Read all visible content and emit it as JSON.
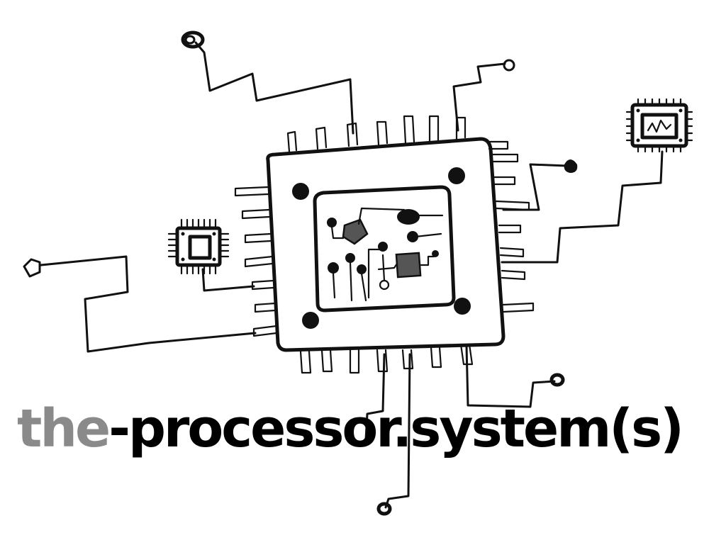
{
  "title": {
    "prefix": "the",
    "main": "-processor.system(s)",
    "prefix_color": "#8a8a8a",
    "main_color": "#000000"
  },
  "artwork": {
    "style": "hand-drawn",
    "ink_color": "#111111",
    "background_color": "#ffffff",
    "icons": [
      "processor-chip-icon",
      "small-chip-icon-left",
      "small-chip-icon-right",
      "circuit-trace-icon"
    ]
  }
}
